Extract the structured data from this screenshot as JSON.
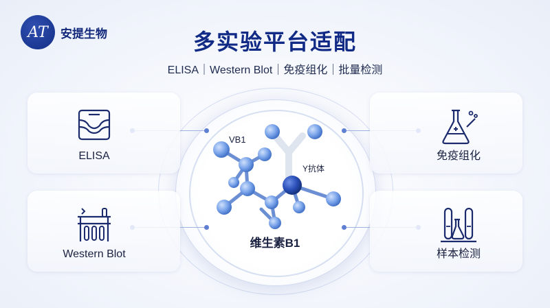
{
  "brand": {
    "logo_text": "AT",
    "name": "安提生物"
  },
  "title": "多实验平台适配",
  "subtitle": "ELISA｜Western Blot｜免疫组化｜批量检测",
  "cards": [
    {
      "label": "ELISA",
      "icon": "elisa-plate-icon"
    },
    {
      "label": "Western Blot",
      "icon": "western-blot-icon"
    },
    {
      "label": "免疫组化",
      "icon": "flask-icon"
    },
    {
      "label": "样本检测",
      "icon": "test-tubes-icon"
    }
  ],
  "molecule": {
    "vb1_label": "VB1",
    "antibody_label": "Y抗体",
    "center_label": "维生素B1"
  },
  "colors": {
    "primary": "#102a86",
    "accent": "#5f7fd1",
    "atom": "#7aa4ea",
    "antibody": "#e4e9f3"
  }
}
